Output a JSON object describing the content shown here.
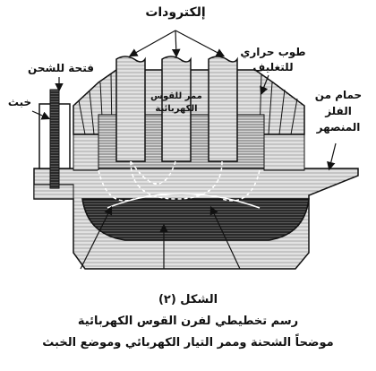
{
  "labels": {
    "electrodes": "إلكترودات",
    "charging_door": "فتحة للشحن",
    "slag": "خبث",
    "refractory_bricks_line1": "طوب حراري",
    "refractory_bricks_line2": "للتغليف",
    "molten_bath_line1": "حمام من",
    "molten_bath_line2": "الفلز",
    "molten_bath_line3": "المنصهر",
    "arc_path_line1": "ممر للقوس",
    "arc_path_line2": "الكهربائية"
  },
  "caption": {
    "figure_number": "الشكل (٢)",
    "line1": "رسم تخطيطي لفرن القوس الكهربائية",
    "line2": "موضحاً الشحنة وممر التيار الكهربائي وموضع الخبث"
  },
  "colors": {
    "outline": "#111111",
    "hatch_light": "#9a9a9a",
    "hatch_dark": "#3a3a3a",
    "background": "#ffffff"
  }
}
